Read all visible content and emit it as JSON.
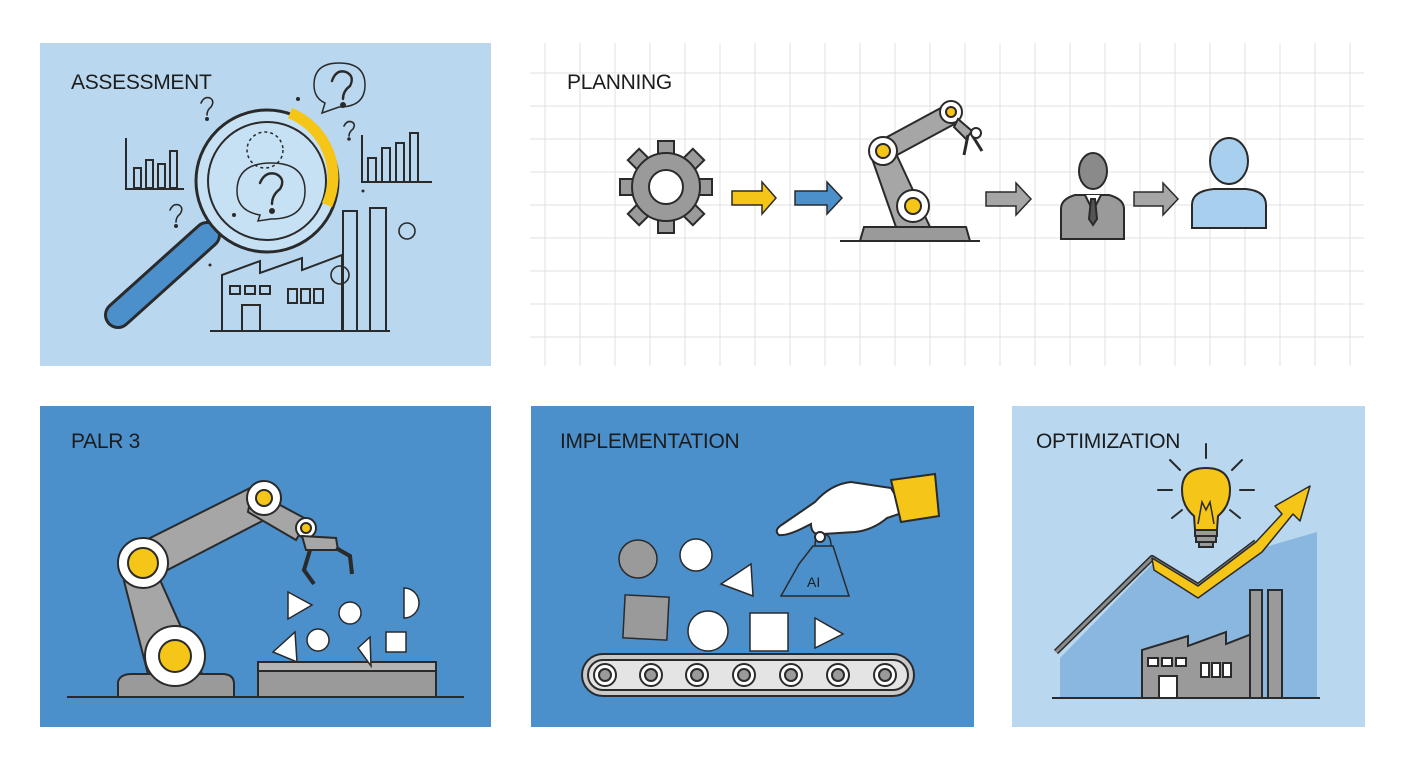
{
  "panels": {
    "assessment": {
      "title": "ASSESSMENT"
    },
    "planning": {
      "title": "PLANNING"
    },
    "palr": {
      "title": "PALR 3"
    },
    "implementation": {
      "title": "IMPLEMENTATION",
      "badge": "AI"
    },
    "optimization": {
      "title": "OPTIMIZATION"
    }
  },
  "colors": {
    "light_blue": "#b9d8ef",
    "mid_blue": "#4b8fcb",
    "yellow": "#f5c518",
    "gray": "#9a9a9a",
    "outline": "#2a2a2a"
  },
  "icons": [
    "magnifier-icon",
    "question-icon",
    "factory-icon",
    "gear-icon",
    "robot-arm-icon",
    "person-icon",
    "arrow-icon",
    "conveyor-icon",
    "hand-icon",
    "lightbulb-icon",
    "trend-arrow-icon"
  ]
}
